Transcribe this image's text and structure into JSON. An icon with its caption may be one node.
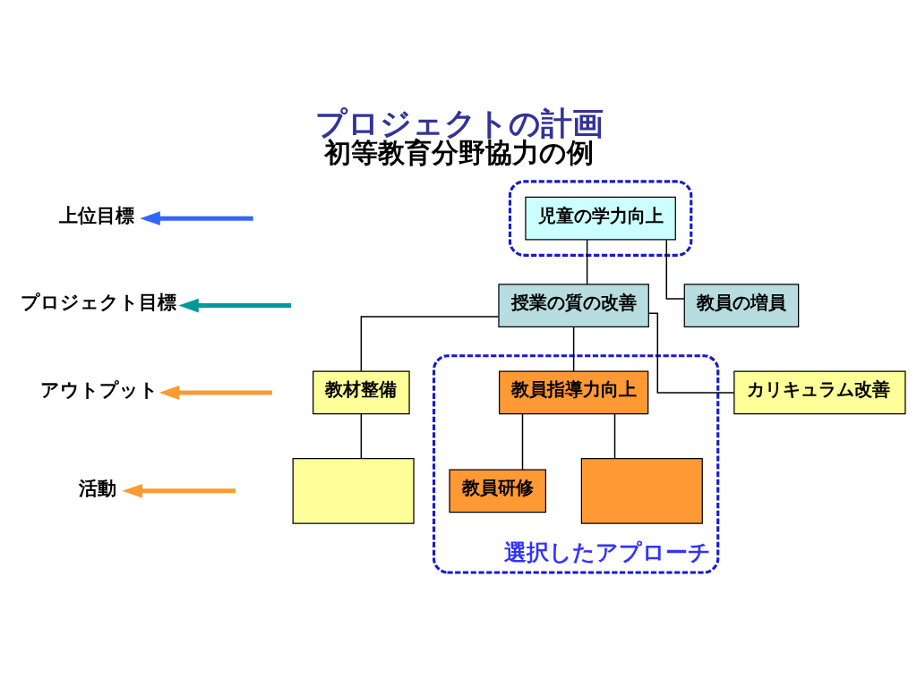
{
  "diagram": {
    "title": "プロジェクトの計画",
    "caption": "初等教育分野協力の例",
    "nodes": [
      {
        "text": [
          "上位目標"
        ]
      },
      {
        "text": [],
        "shape": "ellipse"
      },
      {
        "text": [
          "児童の学力向上"
        ],
        "in": 1
      },
      {
        "text": [
          "プロジェクト目標"
        ]
      },
      {
        "text": [
          "授業の質の改善"
        ]
      },
      {
        "text": [
          "教員の増員"
        ]
      },
      {
        "text": [
          "アウトプット"
        ]
      },
      {
        "text": [
          "教材整備"
        ]
      },
      {
        "text": [
          "選択したアプローチ"
        ]
      },
      {
        "text": [
          "教員指導力向上"
        ],
        "in": 8
      },
      {
        "text": [
          "カリキュラム改善"
        ]
      },
      {
        "text": [
          "活動"
        ]
      },
      {
        "text": [],
        "shape": "box"
      },
      {
        "text": [
          "教員研修"
        ],
        "in": 8
      },
      {
        "text": [],
        "shape": "box",
        "in": 8
      }
    ],
    "edges": [
      {
        "from": 2,
        "to": 4,
        "arrow": "none"
      },
      {
        "from": 2,
        "to": 5,
        "arrow": "none"
      },
      {
        "from": 4,
        "to": 7,
        "arrow": "none"
      },
      {
        "from": 4,
        "to": 9,
        "arrow": "none"
      },
      {
        "from": 4,
        "to": 10,
        "arrow": "none"
      },
      {
        "from": 7,
        "to": 12,
        "arrow": "none"
      },
      {
        "from": 9,
        "to": 13,
        "arrow": "none"
      },
      {
        "from": 9,
        "to": 14,
        "arrow": "none"
      },
      {
        "from": null,
        "to": 0,
        "arrow": "to",
        "style": "thick",
        "color": "#3366ff"
      },
      {
        "from": null,
        "to": 3,
        "arrow": "to",
        "style": "thick",
        "color": "#009999"
      },
      {
        "from": null,
        "to": 6,
        "arrow": "to",
        "style": "thick",
        "color": "#ff9933"
      },
      {
        "from": null,
        "to": 11,
        "arrow": "to",
        "style": "thick",
        "color": "#ff9933"
      }
    ]
  }
}
